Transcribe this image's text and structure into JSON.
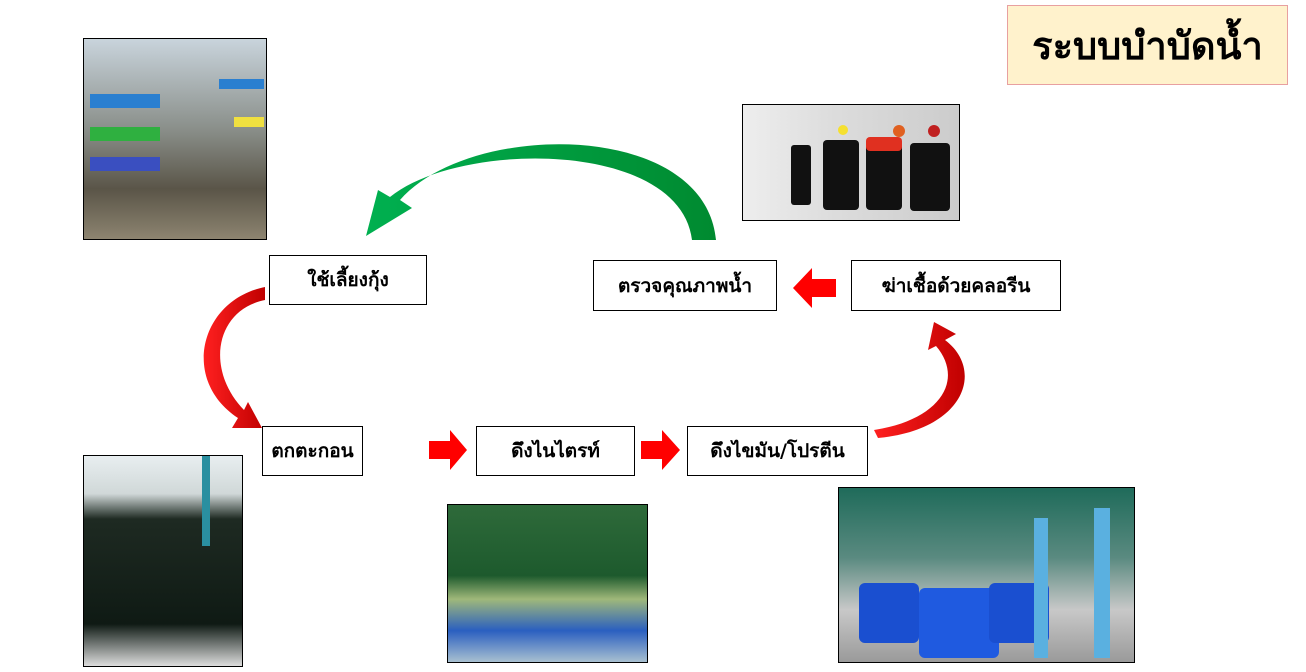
{
  "title": "ระบบบำบัดน้ำ",
  "steps": {
    "use": "ใช้เลี้ยงกุ้ง",
    "sediment": "ตกตะกอน",
    "nitrite": "ดึงไนไตรท์",
    "protein": "ดึงไขมัน/โปรตีน",
    "chlorine": "ฆ่าเชื้อด้วยคลอรีน",
    "quality": "ตรวจคุณภาพน้ำ"
  },
  "colors": {
    "arrow_red": "#ff0000",
    "arrow_green": "#00a040",
    "title_bg": "#fff2cc"
  }
}
